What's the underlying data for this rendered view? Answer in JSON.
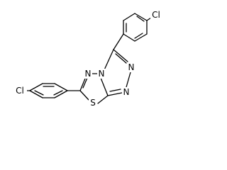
{
  "molecule": {
    "atoms": {
      "cl_top": "Cl",
      "cl_left": "Cl",
      "n_imine": "N",
      "n_bridge": "N",
      "n_upper": "N",
      "n_lower": "N",
      "s_ring": "S"
    }
  }
}
